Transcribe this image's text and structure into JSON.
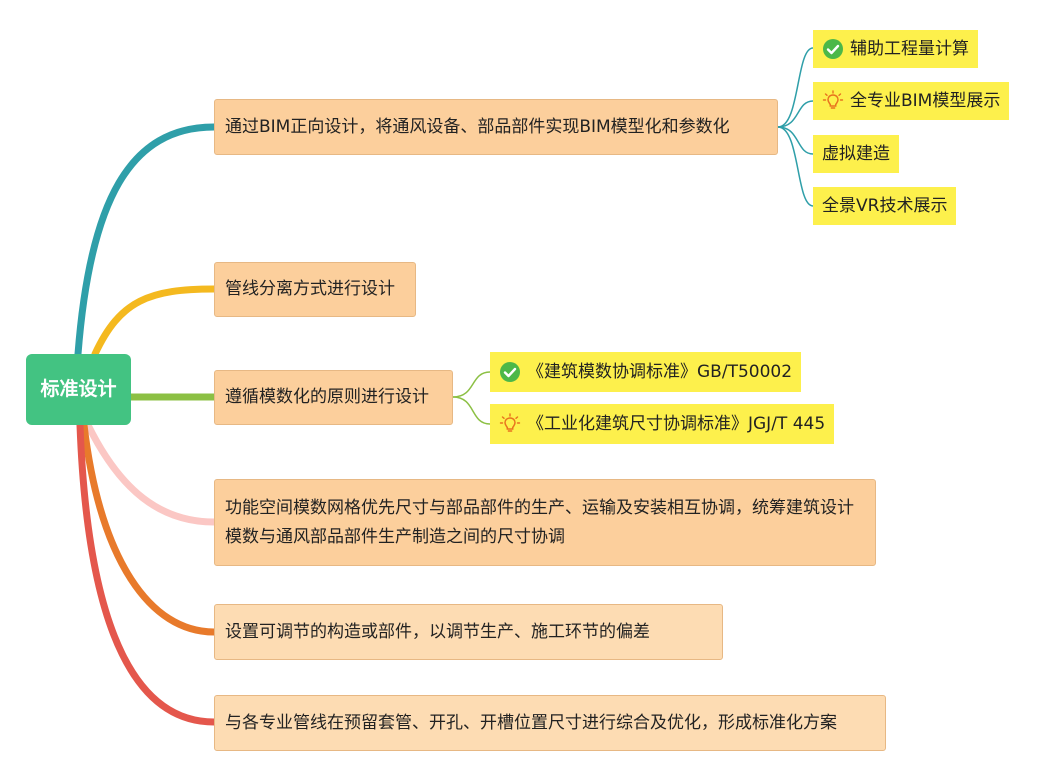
{
  "root": {
    "label": "标准设计"
  },
  "branches": [
    {
      "label": "通过BIM正向设计，将通风设备、部品部件实现BIM模型化和参数化",
      "color": "#2f9fa9",
      "children": [
        {
          "label": "辅助工程量计算",
          "icon": "check-circle-icon"
        },
        {
          "label": "全专业BIM模型展示",
          "icon": "lightbulb-icon"
        },
        {
          "label": "虚拟建造",
          "icon": ""
        },
        {
          "label": "全景VR技术展示",
          "icon": ""
        }
      ]
    },
    {
      "label": "管线分离方式进行设计",
      "color": "#f4b91f",
      "children": []
    },
    {
      "label": "遵循模数化的原则进行设计",
      "color": "#8cc044",
      "children": [
        {
          "label": "《建筑模数协调标准》GB/T50002",
          "icon": "check-circle-icon"
        },
        {
          "label": "《工业化建筑尺寸协调标准》JGJ/T 445",
          "icon": "lightbulb-icon"
        }
      ]
    },
    {
      "label": "功能空间模数网格优先尺寸与部品部件的生产、运输及安装相互协调，统筹建筑设计模数与通风部品部件生产制造之间的尺寸协调",
      "color": "#fbc7c4",
      "children": []
    },
    {
      "label": "设置可调节的构造或部件，以调节生产、施工环节的偏差",
      "color": "#e87a2b",
      "children": []
    },
    {
      "label": "与各专业管线在预留套管、开孔、开槽位置尺寸进行综合及优化，形成标准化方案",
      "color": "#e4574c",
      "children": []
    }
  ],
  "colors": {
    "root_fill": "#43c382",
    "branch_fill": "#fccf9c",
    "leaf_fill": "#fdf04c",
    "connector": "#2f9fa9",
    "connector_modular": "#8cc044",
    "check_icon": "#4cb848",
    "bulb_icon": "#e8731e"
  }
}
